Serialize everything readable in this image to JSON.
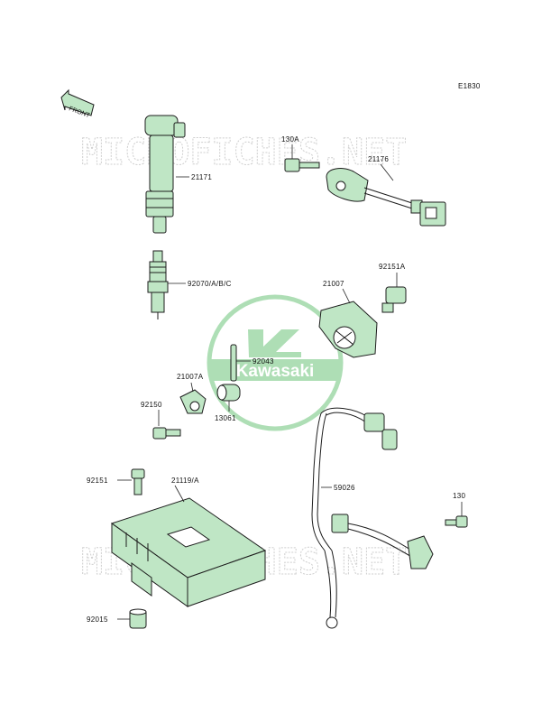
{
  "diagram": {
    "code": "E1830",
    "front_arrow": "FRONT",
    "watermark": "MICROFICHES.NET",
    "logo": {
      "text": "Kawasaki",
      "mark": "K"
    },
    "part_labels": {
      "p21171": "21171",
      "p130A": "130A",
      "p21176": "21176",
      "p92070": "92070/A/B/C",
      "p21007": "21007",
      "p92151A": "92151A",
      "p92043": "92043",
      "p21007A": "21007A",
      "p92150": "92150",
      "p13061": "13061",
      "p92151": "92151",
      "p21119": "21119/A",
      "p59026": "59026",
      "p130": "130",
      "p92015": "92015"
    }
  }
}
